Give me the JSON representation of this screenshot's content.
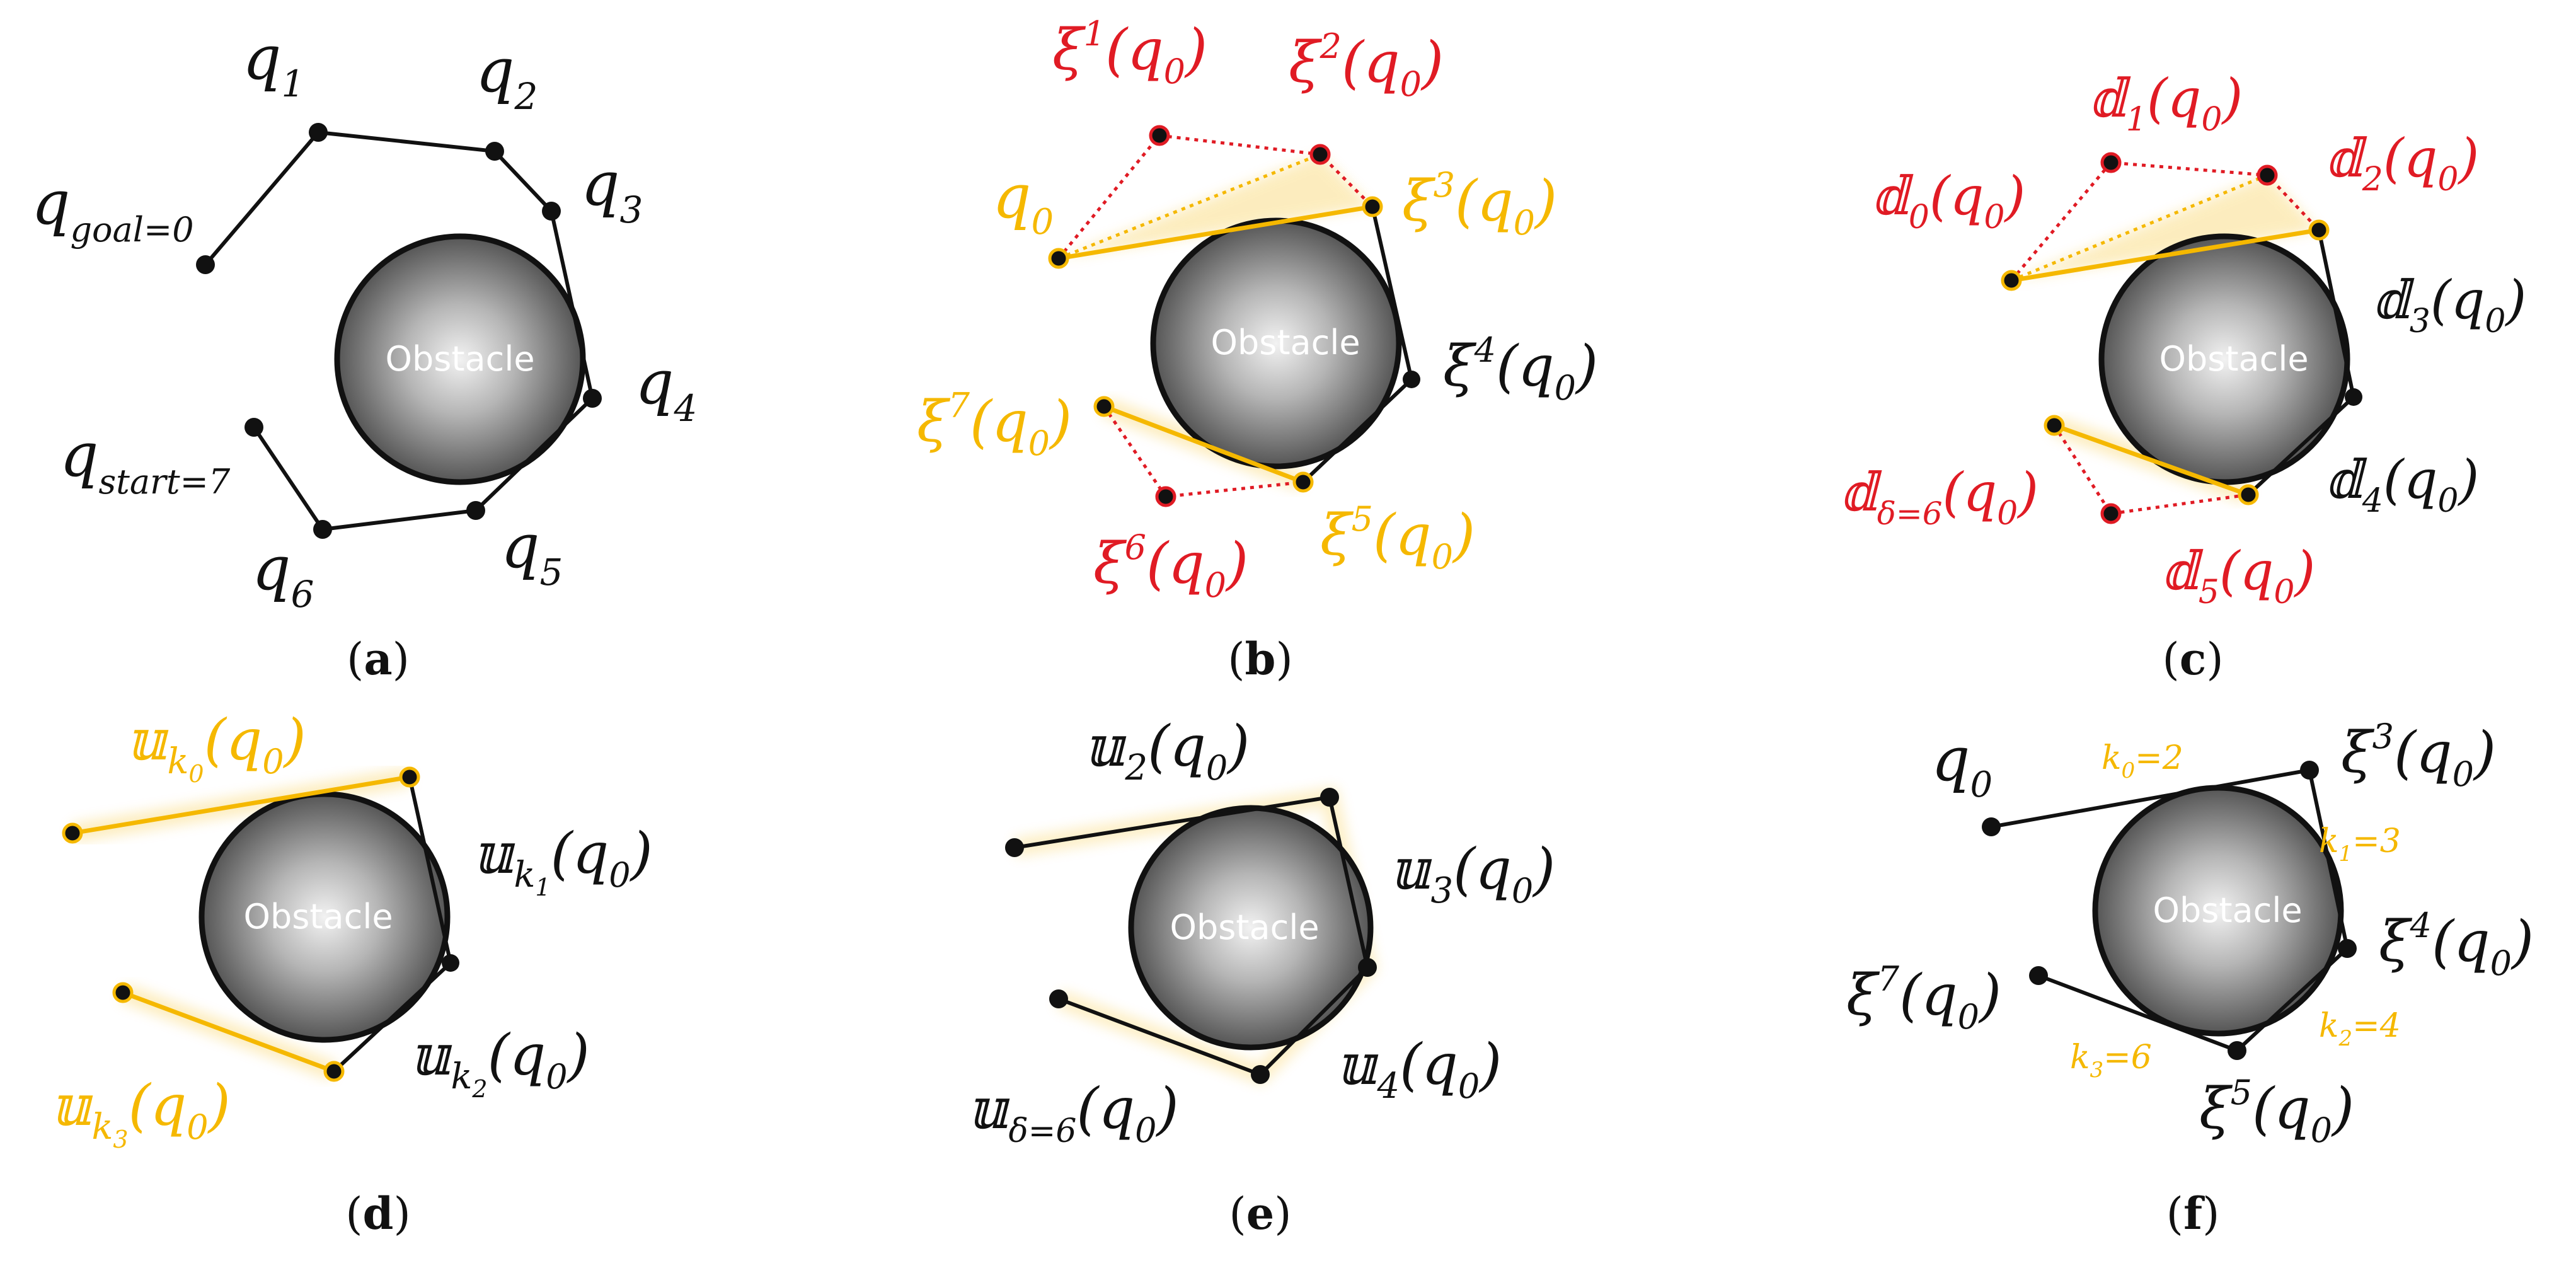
{
  "colors": {
    "black": "#111111",
    "red": "#e01b24",
    "gold": "#f5b800",
    "obstacle_light": "#f2f2f2",
    "obstacle_dark": "#555555"
  },
  "obstacle_label": "Obstacle",
  "panels": {
    "a": {
      "caption": "a",
      "labels": {
        "q1": "q",
        "q1_sub": "1",
        "q2": "q",
        "q2_sub": "2",
        "q3": "q",
        "q3_sub": "3",
        "q4": "q",
        "q4_sub": "4",
        "q5": "q",
        "q5_sub": "5",
        "q6": "q",
        "q6_sub": "6",
        "qgoal": "q",
        "qgoal_sub": "goal=0",
        "qstart": "q",
        "qstart_sub": "start=7"
      }
    },
    "b": {
      "caption": "b",
      "labels": {
        "xi1": "ξ",
        "xi1_sup": "1",
        "xi1_arg": "(q",
        "xi1_argsub": "0",
        "xi1_close": ")",
        "xi2": "ξ",
        "xi2_sup": "2",
        "xi2_arg": "(q",
        "xi2_argsub": "0",
        "xi2_close": ")",
        "xi3": "ξ",
        "xi3_sup": "3",
        "xi3_arg": "(q",
        "xi3_argsub": "0",
        "xi3_close": ")",
        "xi4": "ξ",
        "xi4_sup": "4",
        "xi4_arg": "(q",
        "xi4_argsub": "0",
        "xi4_close": ")",
        "xi5": "ξ",
        "xi5_sup": "5",
        "xi5_arg": "(q",
        "xi5_argsub": "0",
        "xi5_close": ")",
        "xi6": "ξ",
        "xi6_sup": "6",
        "xi6_arg": "(q",
        "xi6_argsub": "0",
        "xi6_close": ")",
        "xi7": "ξ",
        "xi7_sup": "7",
        "xi7_arg": "(q",
        "xi7_argsub": "0",
        "xi7_close": ")",
        "q0": "q",
        "q0_sub": "0"
      }
    },
    "c": {
      "caption": "c",
      "labels": {
        "d0": "𝕕",
        "d0_sub": "0",
        "d0_arg": "(q",
        "d0_argsub": "0",
        "d0_close": ")",
        "d1": "𝕕",
        "d1_sub": "1",
        "d1_arg": "(q",
        "d1_argsub": "0",
        "d1_close": ")",
        "d2": "𝕕",
        "d2_sub": "2",
        "d2_arg": "(q",
        "d2_argsub": "0",
        "d2_close": ")",
        "d3": "𝕕",
        "d3_sub": "3",
        "d3_arg": "(q",
        "d3_argsub": "0",
        "d3_close": ")",
        "d4": "𝕕",
        "d4_sub": "4",
        "d4_arg": "(q",
        "d4_argsub": "0",
        "d4_close": ")",
        "d5": "𝕕",
        "d5_sub": "5",
        "d5_arg": "(q",
        "d5_argsub": "0",
        "d5_close": ")",
        "d6": "𝕕",
        "d6_sub": "δ=6",
        "d6_arg": "(q",
        "d6_argsub": "0",
        "d6_close": ")"
      }
    },
    "d": {
      "caption": "d",
      "labels": {
        "uk0": "𝕦",
        "uk0_sub": "k",
        "uk0_subsub": "0",
        "uk0_arg": "(q",
        "uk0_argsub": "0",
        "uk0_close": ")",
        "uk1": "𝕦",
        "uk1_sub": "k",
        "uk1_subsub": "1",
        "uk1_arg": "(q",
        "uk1_argsub": "0",
        "uk1_close": ")",
        "uk2": "𝕦",
        "uk2_sub": "k",
        "uk2_subsub": "2",
        "uk2_arg": "(q",
        "uk2_argsub": "0",
        "uk2_close": ")",
        "uk3": "𝕦",
        "uk3_sub": "k",
        "uk3_subsub": "3",
        "uk3_arg": "(q",
        "uk3_argsub": "0",
        "uk3_close": ")"
      }
    },
    "e": {
      "caption": "e",
      "labels": {
        "u2": "𝕦",
        "u2_sub": "2",
        "u2_arg": "(q",
        "u2_argsub": "0",
        "u2_close": ")",
        "u3": "𝕦",
        "u3_sub": "3",
        "u3_arg": "(q",
        "u3_argsub": "0",
        "u3_close": ")",
        "u4": "𝕦",
        "u4_sub": "4",
        "u4_arg": "(q",
        "u4_argsub": "0",
        "u4_close": ")",
        "u6": "𝕦",
        "u6_sub": "δ=6",
        "u6_arg": "(q",
        "u6_argsub": "0",
        "u6_close": ")"
      }
    },
    "f": {
      "caption": "f",
      "labels": {
        "q0": "q",
        "q0_sub": "0",
        "xi3": "ξ",
        "xi3_sup": "3",
        "xi3_arg": "(q",
        "xi3_argsub": "0",
        "xi3_close": ")",
        "xi4": "ξ",
        "xi4_sup": "4",
        "xi4_arg": "(q",
        "xi4_argsub": "0",
        "xi4_close": ")",
        "xi5": "ξ",
        "xi5_sup": "5",
        "xi5_arg": "(q",
        "xi5_argsub": "0",
        "xi5_close": ")",
        "xi7": "ξ",
        "xi7_sup": "7",
        "xi7_arg": "(q",
        "xi7_argsub": "0",
        "xi7_close": ")",
        "k0": "k",
        "k0_sub": "0",
        "k0_val": "=2",
        "k1": "k",
        "k1_sub": "1",
        "k1_val": "=3",
        "k2": "k",
        "k2_sub": "2",
        "k2_val": "=4",
        "k3": "k",
        "k3_sub": "3",
        "k3_val": "=6"
      }
    }
  }
}
